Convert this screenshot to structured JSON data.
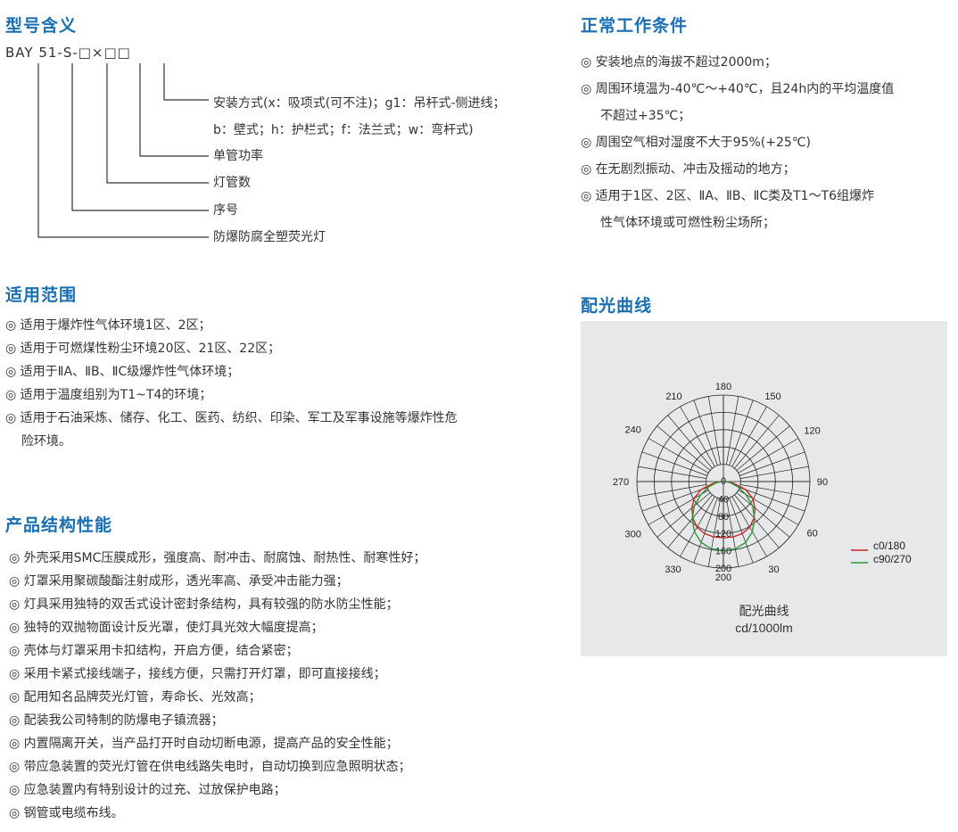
{
  "model_meaning": {
    "title": "型号含义",
    "code": "BAY 51-S-□×□□",
    "labels": [
      "安装方式(x：吸项式(可不注)；g1：吊杆式-侧进线；",
      "b：壁式；h：护栏式；f：法兰式；w：弯杆式)",
      "单管功率",
      "灯管数",
      "序号",
      "防爆防腐全塑荧光灯"
    ]
  },
  "application_scope": {
    "title": "适用范围",
    "items": [
      "◎ 适用于爆炸性气体环境1区、2区；",
      "◎ 适用于可燃煤性粉尘环境20区、21区、22区；",
      "◎ 适用于ⅡA、ⅡB、ⅡC级爆炸性气体环境；",
      "◎ 适用于温度组别为T1~T4的环境；",
      "◎ 适用于石油采炼、储存、化工、医药、纺织、印染、军工及军事设施等爆炸性危",
      "险环境。"
    ]
  },
  "product_features": {
    "title": "产品结构性能",
    "items": [
      "◎ 外壳采用SMC压膜成形，强度高、耐冲击、耐腐蚀、耐热性、耐寒性好；",
      "◎ 灯罩采用聚碳酸酯注射成形，透光率高、承受冲击能力强；",
      "◎ 灯具采用独特的双舌式设计密封条结构，具有较强的防水防尘性能；",
      "◎  独特的双抛物面设计反光罩，使灯具光效大幅度提高；",
      "◎  壳体与灯罩采用卡扣结构，开启方便，结合紧密；",
      "◎  采用卡紧式接线端子，接线方便，只需打开灯罩，即可直接接线；",
      "◎ 配用知名品牌荧光灯管，寿命长、光效高；",
      "◎ 配装我公司特制的防爆电子镇流器；",
      "◎ 内置隔离开关，当产品打开时自动切断电源，提高产品的安全性能；",
      "◎  带应急装置的荧光灯管在供电线路失电时，自动切换到应急照明状态；",
      "◎ 应急装置内有特别设计的过充、过放保护电路；",
      "◎ 钢管或电缆布线。"
    ]
  },
  "working_conditions": {
    "title": "正常工作条件",
    "items": [
      "◎ 安装地点的海拔不超过2000m；",
      "◎ 周围环境温为-40℃～+40℃，且24h内的平均温度值",
      "不超过+35℃；",
      "◎ 周围空气相对湿度不大于95%(+25℃)",
      "◎ 在无剧烈振动、冲击及摇动的地方；",
      "◎ 适用于1区、2区、ⅡA、ⅡB、ⅡC类及T1～T6组爆炸",
      "性气体环境或可燃性粉尘场所；"
    ]
  },
  "light_curve": {
    "title": "配光曲线",
    "caption_line1": "配光曲线",
    "caption_line2": "cd/1000lm",
    "colors": {
      "c0_180": "#cc2222",
      "c90_270": "#2a9a3a",
      "title": "#1a6fb3",
      "panel_bg": "#e6e8ea"
    },
    "chart_data": {
      "type": "polar",
      "angle_labels": [
        "180",
        "150",
        "120",
        "90",
        "60",
        "30",
        "200",
        "330",
        "300",
        "270",
        "240",
        "210"
      ],
      "radial_labels": [
        "0",
        "40",
        "80",
        "120",
        "160",
        "200"
      ],
      "radial_max": 200,
      "series": [
        {
          "name": "c0/180",
          "color": "#cc2222",
          "points": [
            [
              0,
              130
            ],
            [
              10,
              130
            ],
            [
              20,
              128
            ],
            [
              30,
              122
            ],
            [
              40,
              110
            ],
            [
              50,
              95
            ],
            [
              60,
              78
            ],
            [
              70,
              55
            ],
            [
              80,
              25
            ],
            [
              85,
              12
            ],
            [
              90,
              4
            ],
            [
              -10,
              130
            ],
            [
              -20,
              128
            ],
            [
              -30,
              122
            ],
            [
              -40,
              110
            ],
            [
              -50,
              95
            ],
            [
              -60,
              78
            ],
            [
              -70,
              55
            ],
            [
              -80,
              25
            ],
            [
              -85,
              12
            ],
            [
              -90,
              4
            ]
          ]
        },
        {
          "name": "c90/270",
          "color": "#2a9a3a",
          "points": [
            [
              0,
              160
            ],
            [
              10,
              158
            ],
            [
              20,
              150
            ],
            [
              30,
              134
            ],
            [
              40,
              112
            ],
            [
              50,
              88
            ],
            [
              60,
              60
            ],
            [
              70,
              36
            ],
            [
              80,
              16
            ],
            [
              90,
              4
            ],
            [
              -10,
              158
            ],
            [
              -20,
              150
            ],
            [
              -30,
              134
            ],
            [
              -40,
              112
            ],
            [
              -50,
              88
            ],
            [
              -60,
              60
            ],
            [
              -70,
              36
            ],
            [
              -80,
              16
            ],
            [
              -90,
              4
            ]
          ]
        }
      ]
    }
  }
}
